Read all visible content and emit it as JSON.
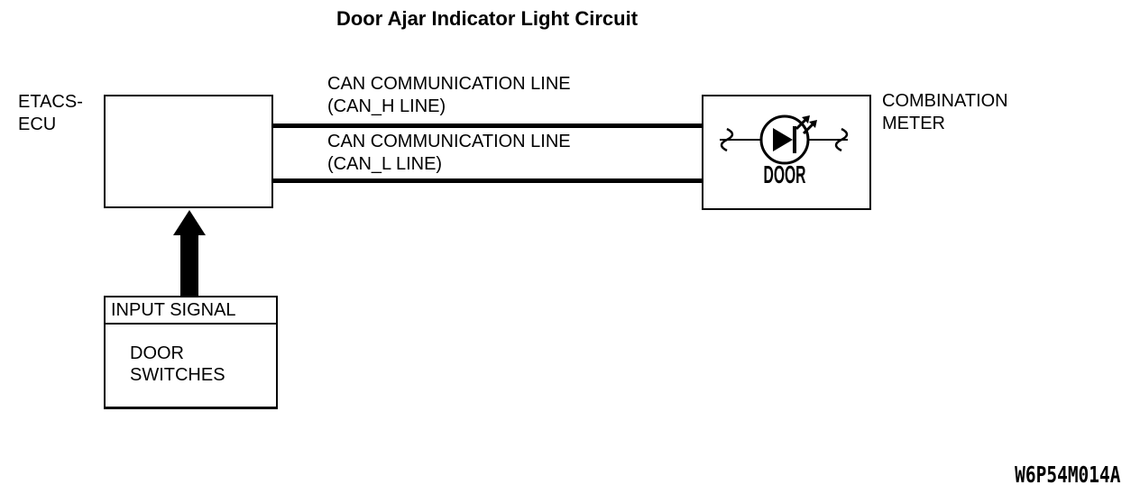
{
  "title": "Door Ajar Indicator Light Circuit",
  "etacs": {
    "label": "ETACS-\nECU"
  },
  "can_h": {
    "name": "CAN COMMUNICATION LINE",
    "sub": "(CAN_H LINE)"
  },
  "can_l": {
    "name": "CAN COMMUNICATION LINE",
    "sub": "(CAN_L LINE)"
  },
  "meter": {
    "label": "COMBINATION\nMETER",
    "indicator": "DOOR"
  },
  "input_signal": {
    "header": "INPUT SIGNAL",
    "source": "DOOR\nSWITCHES"
  },
  "doc_code": "W6P54M014A",
  "colors": {
    "ink": "#000000",
    "paper": "#ffffff"
  }
}
